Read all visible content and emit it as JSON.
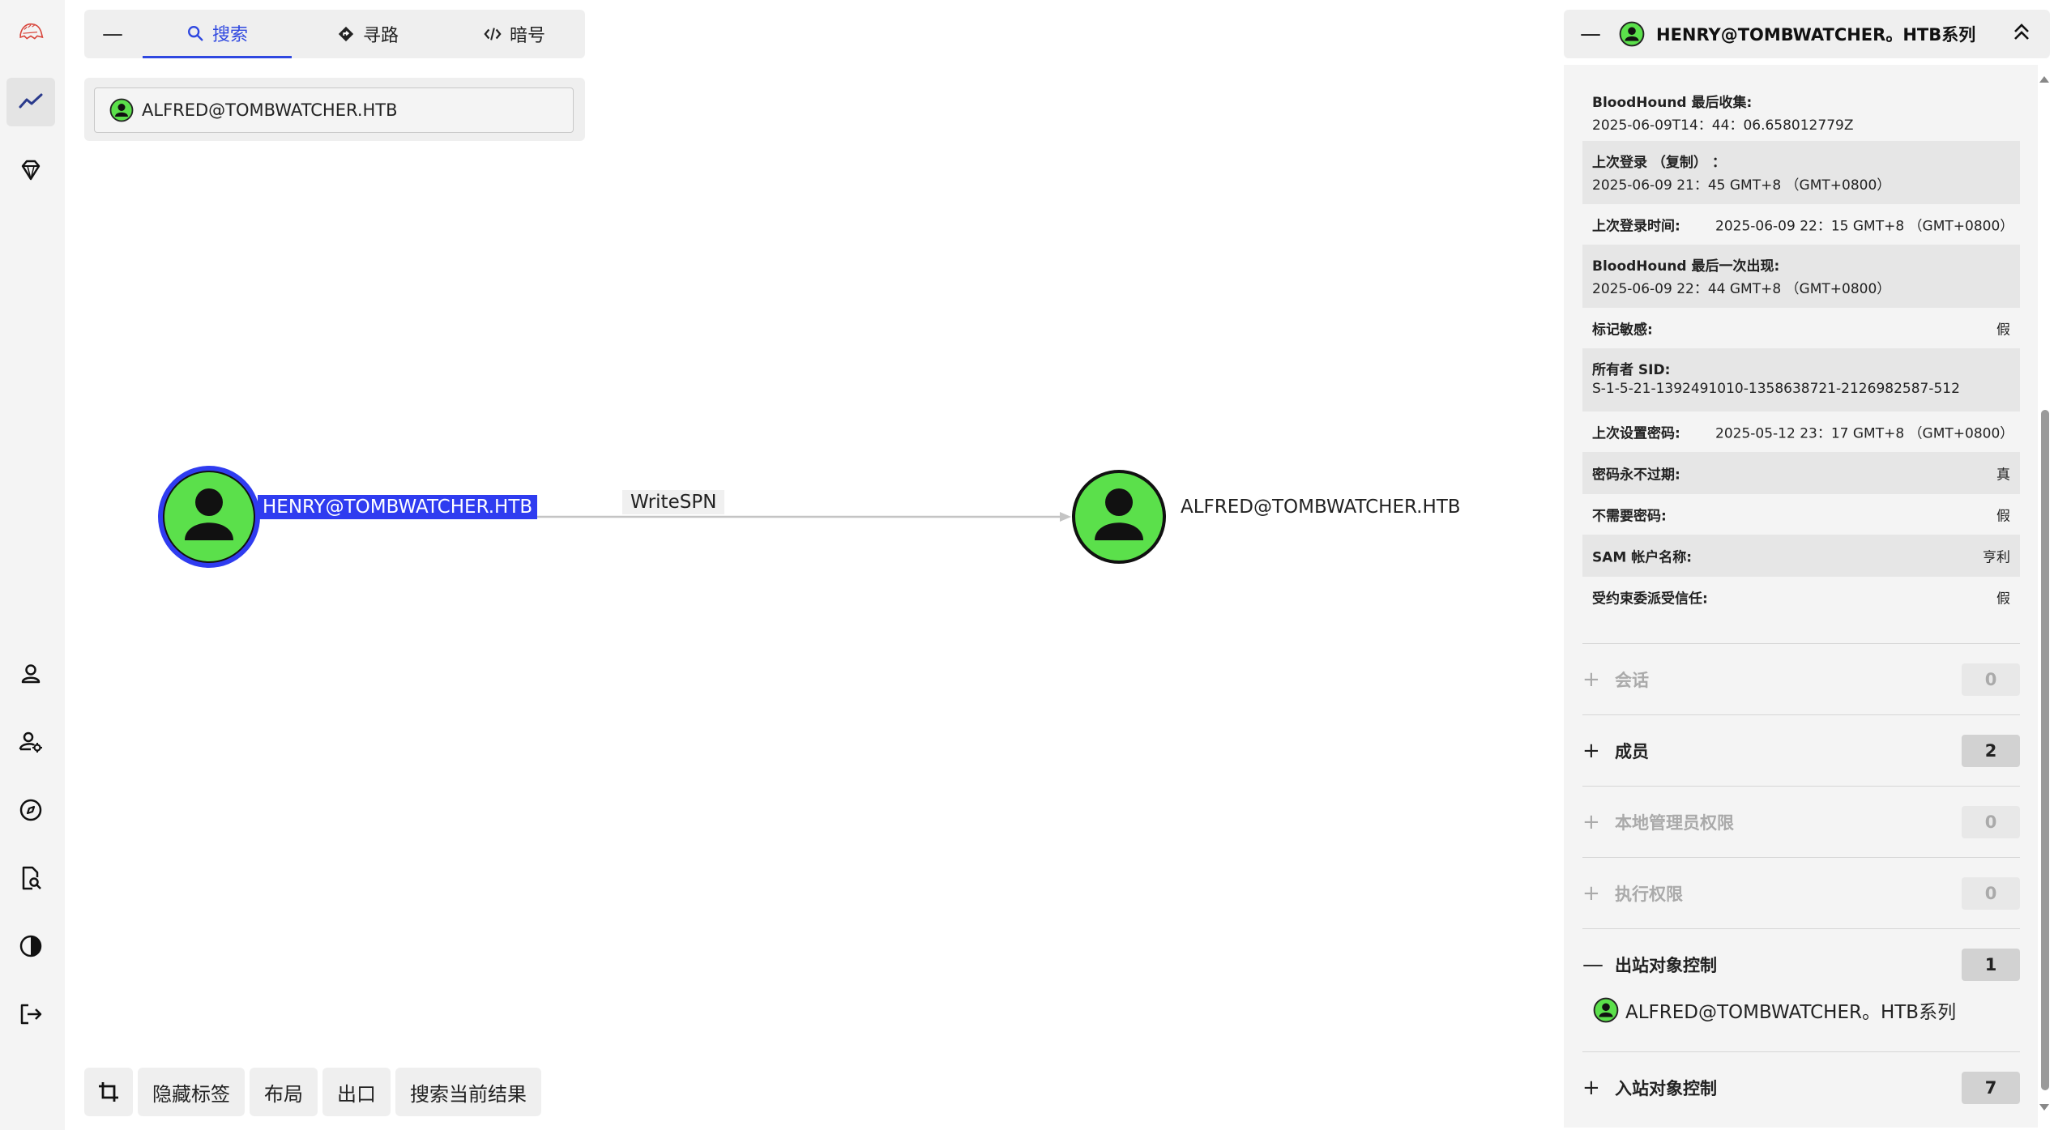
{
  "tabs": {
    "collapse": "—",
    "search": "搜索",
    "pathfinding": "寻路",
    "cypher": "暗号"
  },
  "search": {
    "value": "ALFRED@TOMBWATCHER.HTB"
  },
  "graph": {
    "source_node": "HENRY@TOMBWATCHER.HTB",
    "target_node": "ALFRED@TOMBWATCHER.HTB",
    "edge": "WriteSPN",
    "node_color": "#5be04b",
    "selected_color": "#2f3cf0"
  },
  "bottom": {
    "hide_labels": "隐藏标签",
    "layout": "布局",
    "export": "出口",
    "search_results": "搜索当前结果"
  },
  "panel": {
    "collapse": "—",
    "title": "HENRY@TOMBWATCHER。HTB系列",
    "props": [
      {
        "key": "BloodHound 最后收集:",
        "value": "2025-06-09T14：44：06.658012779Z"
      },
      {
        "key": "上次登录 （复制） ：",
        "value": "2025-06-09 21：45 GMT+8 （GMT+0800）"
      },
      {
        "key": "上次登录时间:",
        "value": "2025-06-09 22：15 GMT+8 （GMT+0800）"
      },
      {
        "key": "BloodHound 最后一次出现:",
        "value": "2025-06-09 22：44 GMT+8 （GMT+0800）"
      },
      {
        "key": "标记敏感:",
        "value": "假"
      },
      {
        "key": "所有者 SID:",
        "value": "S-1-5-21-1392491010-1358638721-2126982587-512"
      },
      {
        "key": "上次设置密码:",
        "value": "2025-05-12 23：17 GMT+8 （GMT+0800）"
      },
      {
        "key": "密码永不过期:",
        "value": "真"
      },
      {
        "key": "不需要密码:",
        "value": "假"
      },
      {
        "key": "SAM 帐户名称:",
        "value": "亨利"
      },
      {
        "key": "受约束委派受信任:",
        "value": "假"
      }
    ],
    "sections": [
      {
        "symbol": "+",
        "label": "会话",
        "count": "0"
      },
      {
        "symbol": "+",
        "label": "成员",
        "count": "2"
      },
      {
        "symbol": "+",
        "label": "本地管理员权限",
        "count": "0"
      },
      {
        "symbol": "+",
        "label": "执行权限",
        "count": "0"
      },
      {
        "symbol": "—",
        "label": "出站对象控制",
        "count": "1"
      },
      {
        "symbol": "+",
        "label": "入站对象控制",
        "count": "7"
      }
    ],
    "outbound_item": "ALFRED@TOMBWATCHER。HTB系列"
  }
}
